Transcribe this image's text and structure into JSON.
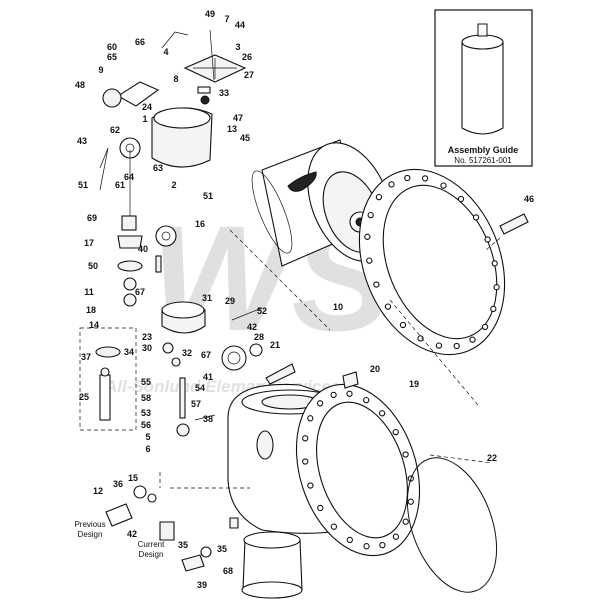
{
  "guide": {
    "title": "Assembly Guide",
    "number": "No. 517261-001"
  },
  "watermark": {
    "logo": "WS",
    "company": "All-Sonlund Eleman Services"
  },
  "notes": {
    "previous": "Previous\nDesign",
    "current": "Current\nDesign",
    "previous_l1": "Previous",
    "previous_l2": "Design",
    "current_l1": "Current",
    "current_l2": "Design"
  },
  "callouts": [
    {
      "id": "c49",
      "text": "49"
    },
    {
      "id": "c7",
      "text": "7"
    },
    {
      "id": "c44",
      "text": "44"
    },
    {
      "id": "c66",
      "text": "66"
    },
    {
      "id": "c4",
      "text": "4"
    },
    {
      "id": "c3",
      "text": "3"
    },
    {
      "id": "c60",
      "text": "60"
    },
    {
      "id": "c65",
      "text": "65"
    },
    {
      "id": "c26",
      "text": "26"
    },
    {
      "id": "c9",
      "text": "9"
    },
    {
      "id": "c8",
      "text": "8"
    },
    {
      "id": "c27",
      "text": "27"
    },
    {
      "id": "c48",
      "text": "48"
    },
    {
      "id": "c33",
      "text": "33"
    },
    {
      "id": "c24",
      "text": "24"
    },
    {
      "id": "c47",
      "text": "47"
    },
    {
      "id": "c1",
      "text": "1"
    },
    {
      "id": "c13",
      "text": "13"
    },
    {
      "id": "c62",
      "text": "62"
    },
    {
      "id": "c45",
      "text": "45"
    },
    {
      "id": "c43",
      "text": "43"
    },
    {
      "id": "c63",
      "text": "63"
    },
    {
      "id": "c2",
      "text": "2"
    },
    {
      "id": "c51a",
      "text": "51"
    },
    {
      "id": "c61",
      "text": "61"
    },
    {
      "id": "c64",
      "text": "64"
    },
    {
      "id": "c51b",
      "text": "51"
    },
    {
      "id": "c69",
      "text": "69"
    },
    {
      "id": "c16",
      "text": "16"
    },
    {
      "id": "c46",
      "text": "46"
    },
    {
      "id": "c17",
      "text": "17"
    },
    {
      "id": "c40",
      "text": "40"
    },
    {
      "id": "c50",
      "text": "50"
    },
    {
      "id": "c11",
      "text": "11"
    },
    {
      "id": "c67a",
      "text": "67"
    },
    {
      "id": "c18",
      "text": "18"
    },
    {
      "id": "c31",
      "text": "31"
    },
    {
      "id": "c29",
      "text": "29"
    },
    {
      "id": "c10",
      "text": "10"
    },
    {
      "id": "c52",
      "text": "52"
    },
    {
      "id": "c14",
      "text": "14"
    },
    {
      "id": "c23",
      "text": "23"
    },
    {
      "id": "c42a",
      "text": "42"
    },
    {
      "id": "c28",
      "text": "28"
    },
    {
      "id": "c30",
      "text": "30"
    },
    {
      "id": "c37",
      "text": "37"
    },
    {
      "id": "c34",
      "text": "34"
    },
    {
      "id": "c32",
      "text": "32"
    },
    {
      "id": "c67b",
      "text": "67"
    },
    {
      "id": "c21",
      "text": "21"
    },
    {
      "id": "c41",
      "text": "41"
    },
    {
      "id": "c20",
      "text": "20"
    },
    {
      "id": "c55",
      "text": "55"
    },
    {
      "id": "c54",
      "text": "54"
    },
    {
      "id": "c25",
      "text": "25"
    },
    {
      "id": "c58",
      "text": "58"
    },
    {
      "id": "c19",
      "text": "19"
    },
    {
      "id": "c57",
      "text": "57"
    },
    {
      "id": "c53",
      "text": "53"
    },
    {
      "id": "c56",
      "text": "56"
    },
    {
      "id": "c5",
      "text": "5"
    },
    {
      "id": "c38",
      "text": "38"
    },
    {
      "id": "c6",
      "text": "6"
    },
    {
      "id": "c22",
      "text": "22"
    },
    {
      "id": "c15",
      "text": "15"
    },
    {
      "id": "c36",
      "text": "36"
    },
    {
      "id": "c12",
      "text": "12"
    },
    {
      "id": "c42b",
      "text": "42"
    },
    {
      "id": "c35a",
      "text": "35"
    },
    {
      "id": "c35b",
      "text": "35"
    },
    {
      "id": "c39",
      "text": "39"
    },
    {
      "id": "c68",
      "text": "68"
    }
  ]
}
